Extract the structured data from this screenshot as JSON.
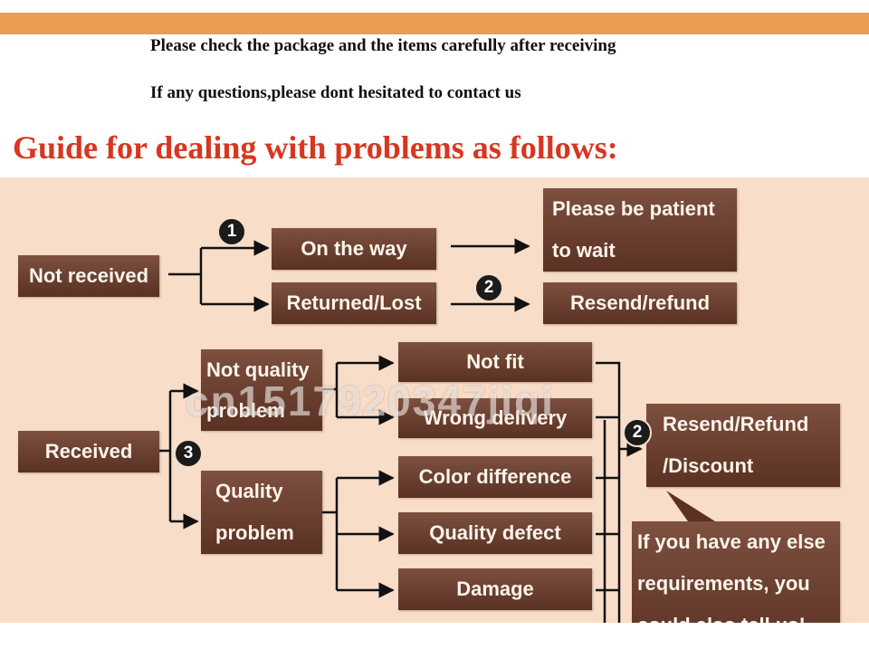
{
  "notes": {
    "line1": "Please check the package and the items carefully after receiving",
    "line2": "If any questions,please dont hesitated to contact us"
  },
  "heading": "Guide for dealing with problems as follows:",
  "badges": {
    "b1": "1",
    "b2a": "2",
    "b2b": "2",
    "b3": "3"
  },
  "boxes": {
    "not_received": "Not received",
    "on_the_way": "On the way",
    "returned_lost": "Returned/Lost",
    "patient_1": "Please be patient",
    "patient_2": "to wait",
    "resend_refund": "Resend/refund",
    "received": "Received",
    "not_quality_1": "Not quality",
    "not_quality_2": "problem",
    "quality_1": "Quality",
    "quality_2": "problem",
    "not_fit": "Not fit",
    "wrong_delivery": "Wrong delivery",
    "color_difference": "Color difference",
    "quality_defect": "Quality defect",
    "damage": "Damage",
    "resend_refund_discount_1": "Resend/Refund",
    "resend_refund_discount_2": "/Discount",
    "else_1": "If you have any else",
    "else_2": "requirements, you",
    "else_3": "could also tell us!"
  },
  "watermark": "cn1517920347jiqi",
  "colors": {
    "top_bar": "#ea9c4f",
    "heading": "#d8361f",
    "panel": "#f8ddc8",
    "box": "#6a3e2e",
    "box_text": "#fdf4ea"
  }
}
